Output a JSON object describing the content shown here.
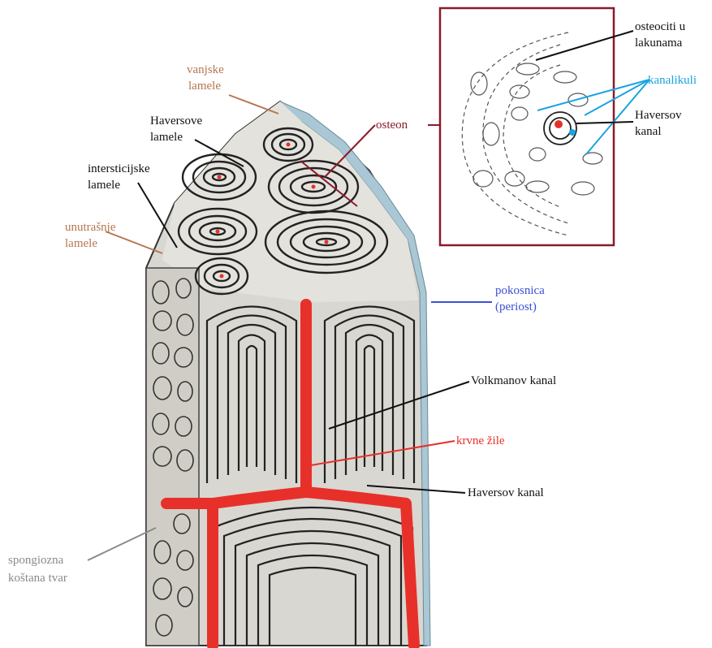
{
  "labels": {
    "vanjske_lamele": [
      "vanjske",
      "lamele"
    ],
    "haversove_lamele": [
      "Haversove",
      "lamele"
    ],
    "intersticijske_lamele": [
      "intersticijske",
      "lamele"
    ],
    "unutrasnje_lamele": [
      "unutrašnje",
      "lamele"
    ],
    "osteon": "osteon",
    "osteociti": [
      "osteociti u",
      "lakunama"
    ],
    "kanalikuli": "kanalikuli",
    "haversov_kanal_inset": [
      "Haversov",
      "kanal"
    ],
    "pokosnica": [
      "pokosnica",
      "(periost)"
    ],
    "volkmanov_kanal": "Volkmanov kanal",
    "krvne_zile": "krvne žile",
    "haversov_kanal": "Haversov kanal",
    "spongiozna": [
      "spongiozna",
      "koštana tvar"
    ]
  },
  "colors": {
    "vanjske": "#b5764f",
    "unutrasnje": "#b5764f",
    "osteon": "#8b1a2b",
    "kanalikuli": "#1aa3e0",
    "pokosnica": "#3b4fd6",
    "krvne_zile": "#e8302a",
    "spongiozna": "#8a8a8a",
    "black": "#111111",
    "bone": "#d9d7d1",
    "periost": "#a9c7d4"
  }
}
